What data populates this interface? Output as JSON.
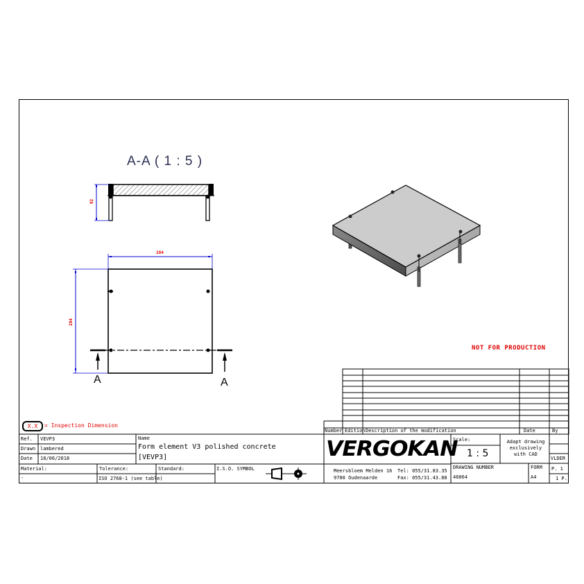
{
  "drawing": {
    "section_view": {
      "title": "A-A ( 1 : 5 )",
      "height_dimension": "92"
    },
    "top_view": {
      "width_dimension": "284",
      "height_dimension": "284",
      "section_marker_left": "A",
      "section_marker_right": "A"
    },
    "isometric_view": {
      "description": "Isometric 3D view of square concrete form element with four steel legs"
    },
    "watermark": "NOT FOR PRODUCTION",
    "inspection_legend": {
      "symbol": "X.X",
      "label": "= Inspection Dimension"
    }
  },
  "revision_table": {
    "headers": [
      "Number",
      "Edition",
      "Description of the modification",
      "Date",
      "By"
    ],
    "rows": [
      [
        "",
        "",
        "",
        "",
        ""
      ],
      [
        "",
        "",
        "",
        "",
        ""
      ],
      [
        "",
        "",
        "",
        "",
        ""
      ],
      [
        "",
        "",
        "",
        "",
        ""
      ],
      [
        "",
        "",
        "",
        "",
        ""
      ],
      [
        "",
        "",
        "",
        "",
        ""
      ],
      [
        "",
        "",
        "",
        "",
        ""
      ],
      [
        "",
        "",
        "",
        "",
        ""
      ],
      [
        "",
        "",
        "",
        "",
        ""
      ]
    ]
  },
  "title_block": {
    "ref_label": "Ref.",
    "ref_value": "VEVP3",
    "drawn_label": "Drawn",
    "drawn_value": "lambered",
    "date_label": "Date",
    "date_value": "18/06/2018",
    "name_label": "Name",
    "name_line1": "Form element V3 polished concrete",
    "name_line2": "[VEVP3]",
    "material_label": "Material:",
    "material_value": "-",
    "tolerance_label": "Tolerance:",
    "tolerance_value": "ISO 2768-1 (see table)",
    "standard_label": "Standard:",
    "standard_value": "",
    "iso_symbol_label": "I.S.O. SYMBOL",
    "company": {
      "logo": "VERGOKAN",
      "address_line1": "Meersbloem Melden 16",
      "address_line2": "9700 Oudenaarde",
      "tel": "Tel: 055/31.83.35",
      "fax": "Fax: 055/31.43.88"
    },
    "scale_label": "Scale:",
    "scale_value": "1 : 5",
    "cad_note": [
      "Adapt drawing",
      "exclusively",
      "with CAD"
    ],
    "drawing_number_label": "DRAWING NUMBER",
    "drawing_number_value": "46064",
    "form_label": "FORM",
    "form_value": "A4",
    "vlder": "VLDER",
    "page": "P. 1",
    "pages": "1 P."
  }
}
